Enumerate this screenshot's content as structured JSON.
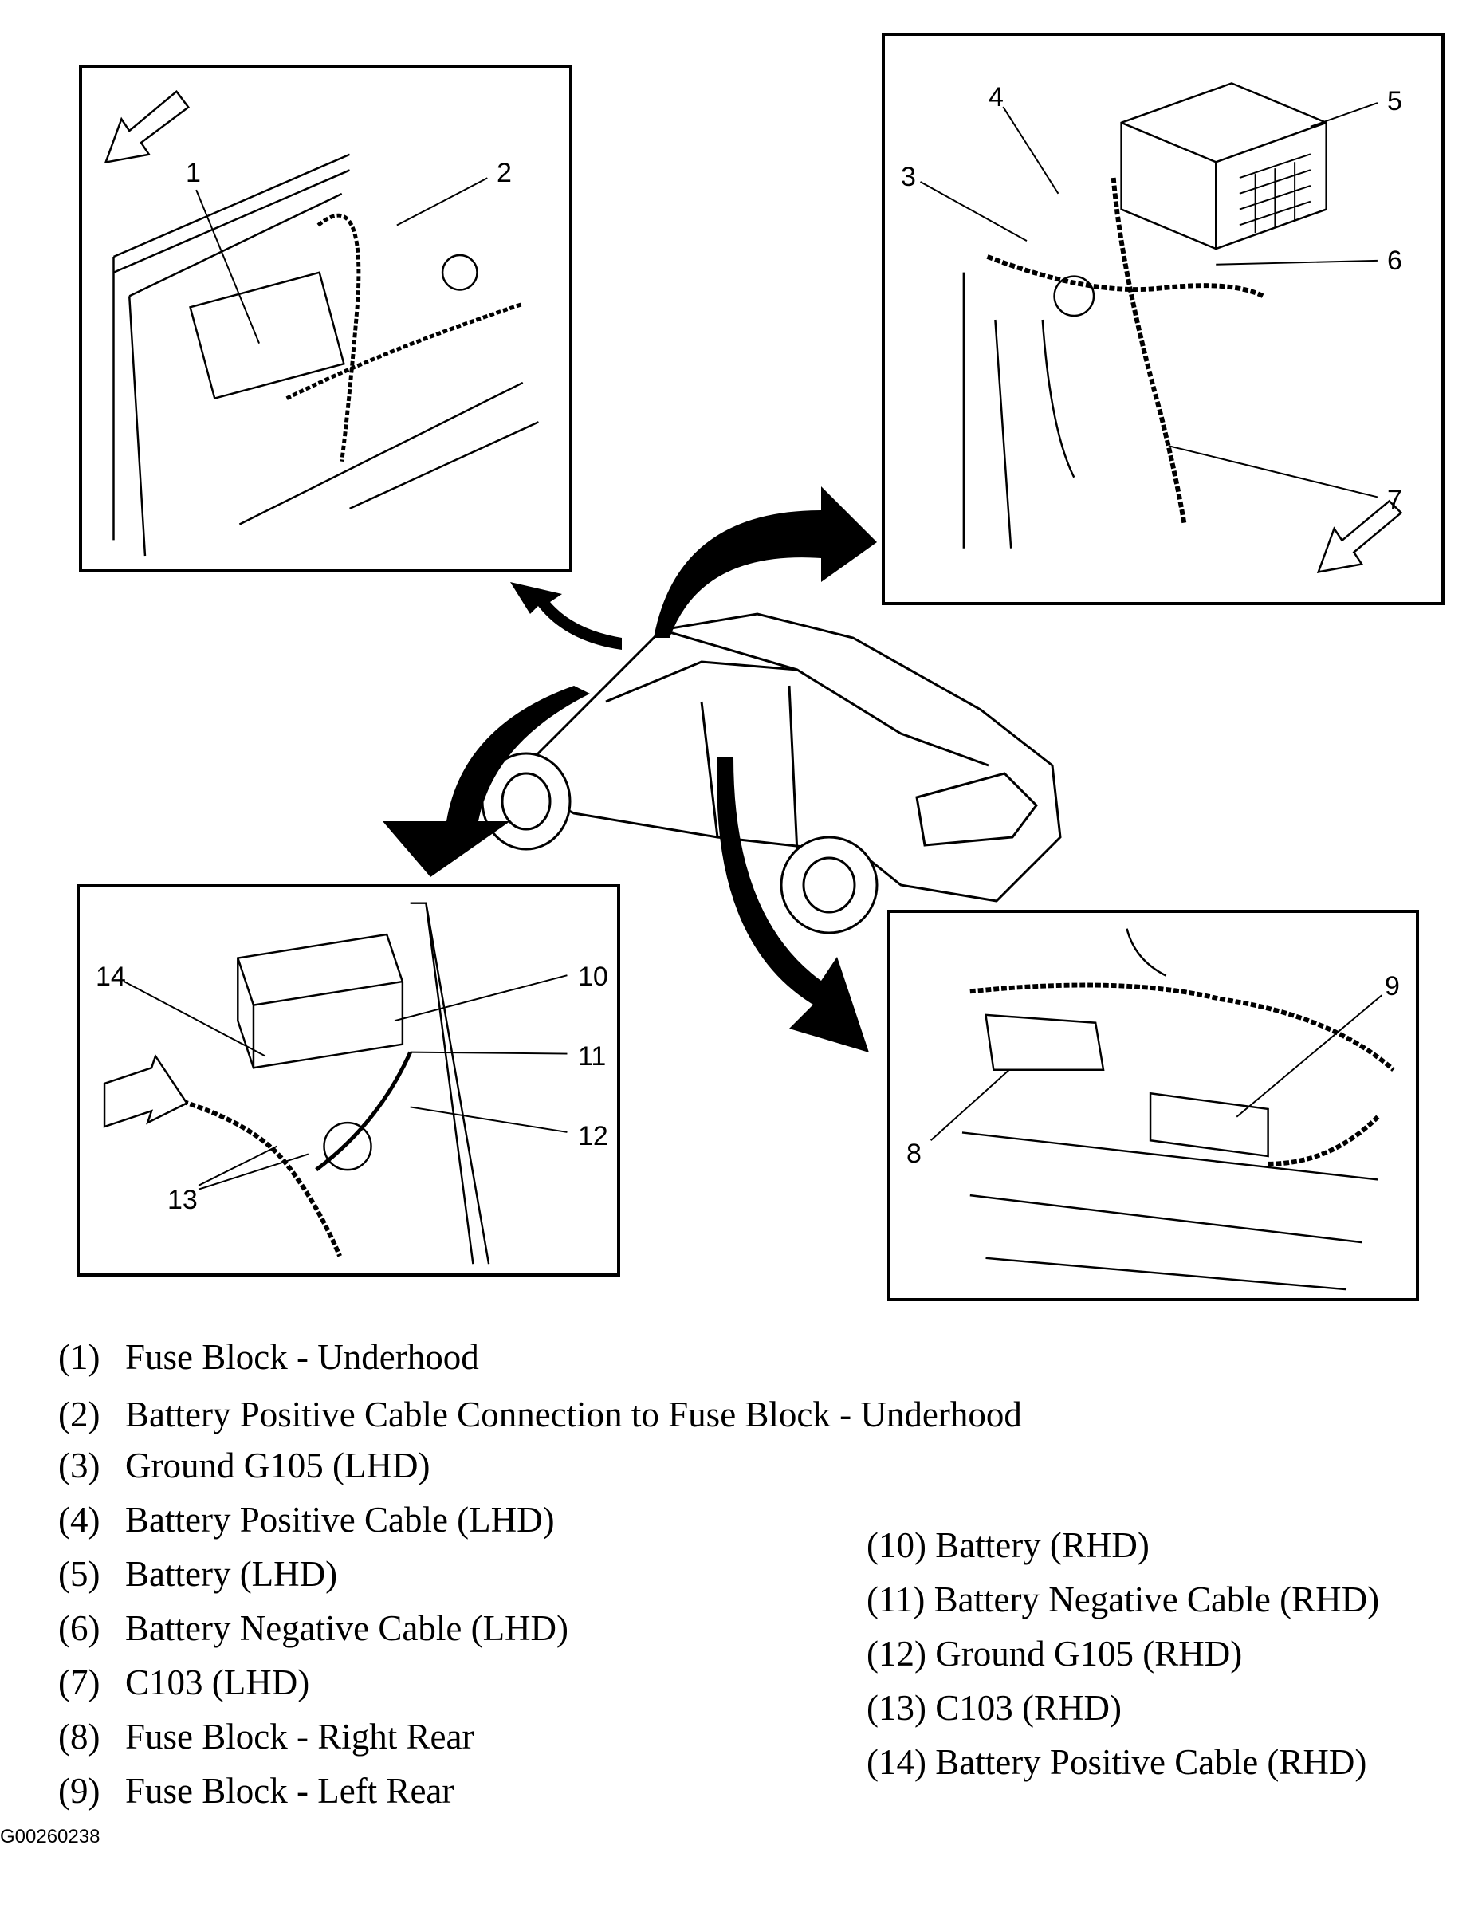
{
  "diagram": {
    "panels": [
      {
        "id": "underhood-fuse",
        "callouts": [
          "1",
          "2"
        ]
      },
      {
        "id": "lhd-battery",
        "callouts": [
          "3",
          "4",
          "5",
          "6",
          "7"
        ]
      },
      {
        "id": "rhd-battery",
        "callouts": [
          "10",
          "11",
          "12",
          "13",
          "14"
        ]
      },
      {
        "id": "rear-fuse-blocks",
        "callouts": [
          "8",
          "9"
        ]
      }
    ],
    "center_image": "vehicle-overview"
  },
  "legend": {
    "left": [
      {
        "num": "(1)",
        "label": "Fuse Block - Underhood"
      },
      {
        "num": "(2)",
        "label": "Battery Positive Cable Connection to Fuse Block - Underhood"
      },
      {
        "num": "(3)",
        "label": "Ground G105 (LHD)"
      },
      {
        "num": "(4)",
        "label": "Battery Positive Cable (LHD)"
      },
      {
        "num": "(5)",
        "label": "Battery (LHD)"
      },
      {
        "num": "(6)",
        "label": "Battery Negative Cable (LHD)"
      },
      {
        "num": "(7)",
        "label": "C103 (LHD)"
      },
      {
        "num": "(8)",
        "label": "Fuse Block - Right Rear"
      },
      {
        "num": "(9)",
        "label": "Fuse Block - Left Rear"
      }
    ],
    "right": [
      {
        "num": "(10)",
        "label": "Battery (RHD)"
      },
      {
        "num": "(11)",
        "label": "Battery Negative Cable (RHD)"
      },
      {
        "num": "(12)",
        "label": "Ground G105 (RHD)"
      },
      {
        "num": "(13)",
        "label": "C103 (RHD)"
      },
      {
        "num": "(14)",
        "label": "Battery Positive Cable (RHD)"
      }
    ]
  },
  "figure_code": "G00260238"
}
